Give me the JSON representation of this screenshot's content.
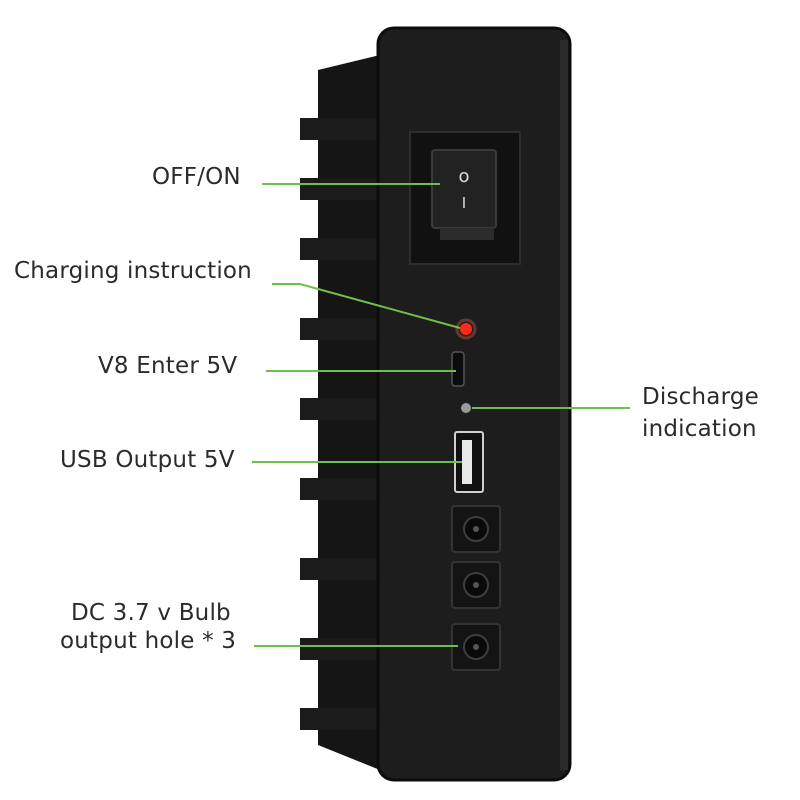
{
  "colors": {
    "leader_line": "#6fbf4a",
    "device_body": "#1c1c1c",
    "device_shadow": "#0d0d0d",
    "led_charging": "#ff2a1a",
    "led_discharge": "#9a9a9a",
    "text": "#2b2b2b"
  },
  "callouts": {
    "off_on": "OFF/ON",
    "charging_instruction": "Charging instruction",
    "v8_enter": "V8 Enter 5V",
    "usb_output": "USB Output 5V",
    "dc_output_line1": "DC 3.7 v Bulb",
    "dc_output_line2": "output hole * 3",
    "discharge_line1": "Discharge",
    "discharge_line2": "indication"
  },
  "switch": {
    "off_symbol": "o",
    "on_symbol": "I"
  }
}
